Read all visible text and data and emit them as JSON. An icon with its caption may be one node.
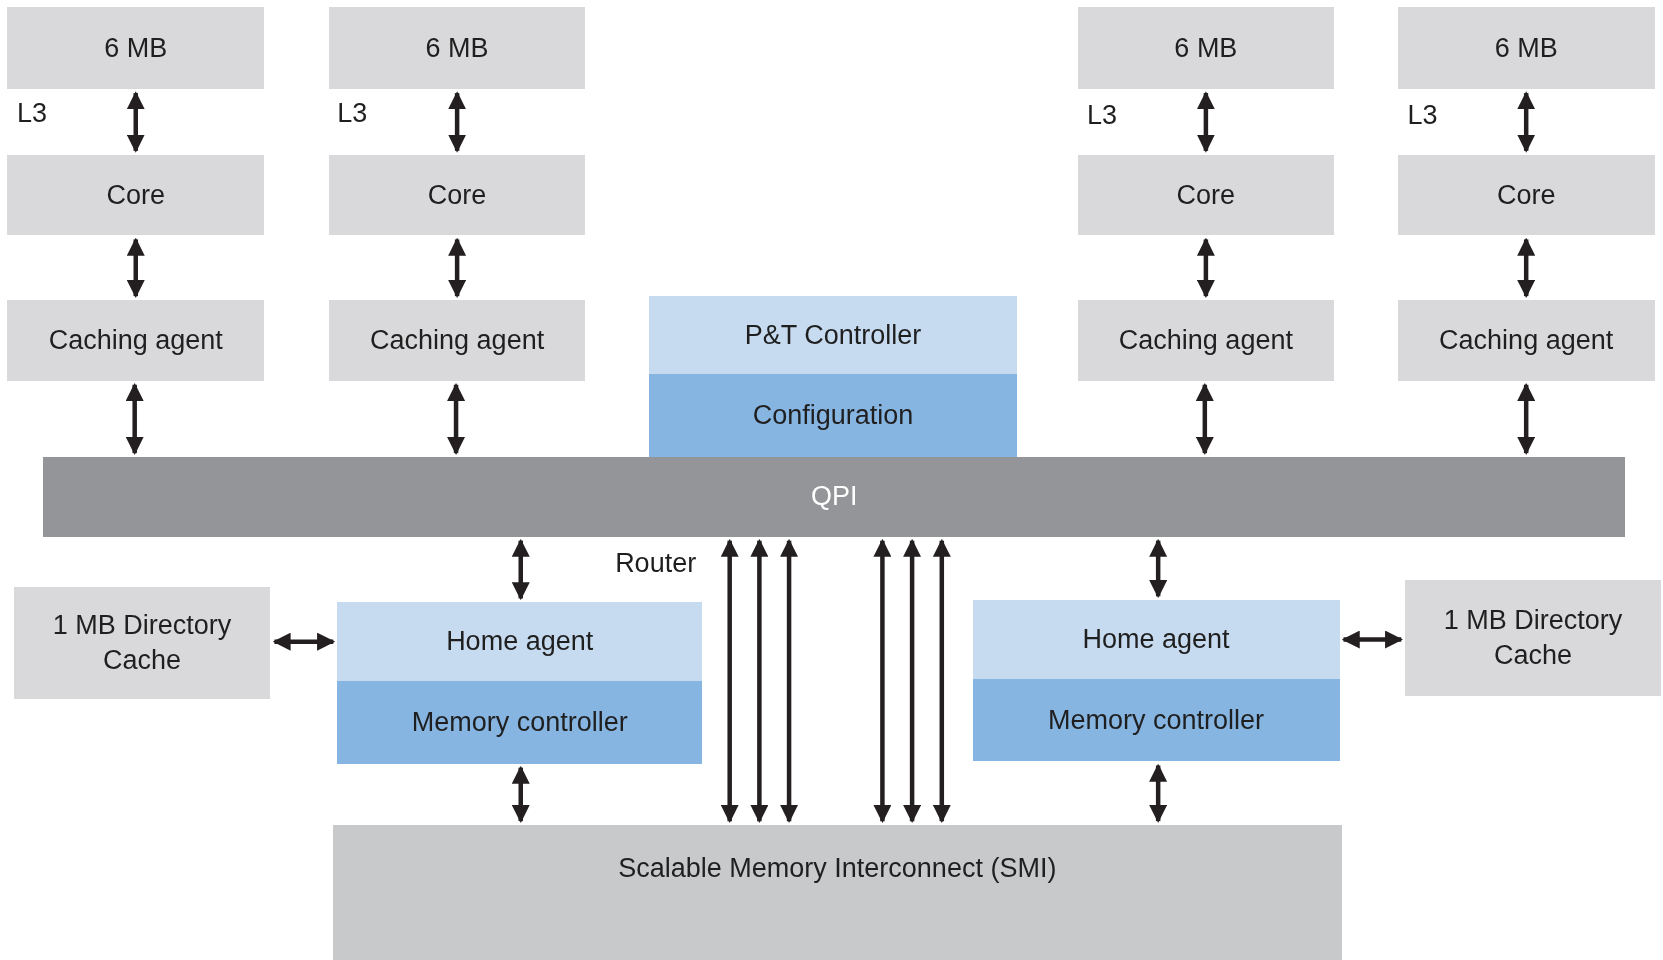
{
  "diagram": {
    "nodes": [
      {
        "text": [
          "6 MB"
        ]
      },
      {
        "text": [
          "6 MB"
        ]
      },
      {
        "text": [
          "6 MB"
        ]
      },
      {
        "text": [
          "6 MB"
        ]
      },
      {
        "text": [
          "Core"
        ]
      },
      {
        "text": [
          "Core"
        ]
      },
      {
        "text": [
          "Core"
        ]
      },
      {
        "text": [
          "Core"
        ]
      },
      {
        "text": [
          "Caching agent"
        ]
      },
      {
        "text": [
          "Caching agent"
        ]
      },
      {
        "text": [
          "Caching agent"
        ]
      },
      {
        "text": [
          "Caching agent"
        ]
      },
      {
        "text": [
          "P&T Controller"
        ]
      },
      {
        "text": [
          "Configuration"
        ]
      },
      {
        "text": [
          "QPI"
        ]
      },
      {
        "text": [
          "1 MB Directory Cache"
        ]
      },
      {
        "text": [
          "Home agent"
        ]
      },
      {
        "text": [
          "Memory controller"
        ]
      },
      {
        "text": [
          "Home agent"
        ]
      },
      {
        "text": [
          "Memory controller"
        ]
      },
      {
        "text": [
          "1 MB Directory Cache"
        ]
      },
      {
        "text": [
          "Scalable Memory Interconnect (SMI)"
        ]
      }
    ],
    "edges": [
      {
        "from": 0,
        "to": 4,
        "arrow": "both"
      },
      {
        "from": 1,
        "to": 5,
        "arrow": "both"
      },
      {
        "from": 2,
        "to": 6,
        "arrow": "both"
      },
      {
        "from": 3,
        "to": 7,
        "arrow": "both"
      },
      {
        "from": 4,
        "to": 8,
        "arrow": "both"
      },
      {
        "from": 5,
        "to": 9,
        "arrow": "both"
      },
      {
        "from": 6,
        "to": 10,
        "arrow": "both"
      },
      {
        "from": 7,
        "to": 11,
        "arrow": "both"
      },
      {
        "from": 8,
        "to": 14,
        "arrow": "both"
      },
      {
        "from": 9,
        "to": 14,
        "arrow": "both"
      },
      {
        "from": 10,
        "to": 14,
        "arrow": "both"
      },
      {
        "from": 11,
        "to": 14,
        "arrow": "both"
      },
      {
        "from": 14,
        "to": 16,
        "arrow": "both"
      },
      {
        "from": 14,
        "to": 18,
        "arrow": "both"
      },
      {
        "from": 15,
        "to": 16,
        "arrow": "both"
      },
      {
        "from": 20,
        "to": 18,
        "arrow": "both"
      },
      {
        "from": 17,
        "to": 21,
        "arrow": "both"
      },
      {
        "from": 19,
        "to": 21,
        "arrow": "both"
      },
      {
        "from": 14,
        "to": 21,
        "arrow": "both"
      },
      {
        "from": 14,
        "to": 21,
        "arrow": "both"
      },
      {
        "from": 14,
        "to": 21,
        "arrow": "both"
      },
      {
        "from": 14,
        "to": 21,
        "arrow": "both"
      },
      {
        "from": 14,
        "to": 21,
        "arrow": "both"
      },
      {
        "from": 14,
        "to": 21,
        "arrow": "both"
      }
    ],
    "labels": [
      "L3",
      "L3",
      "L3",
      "L3",
      "Router"
    ]
  }
}
